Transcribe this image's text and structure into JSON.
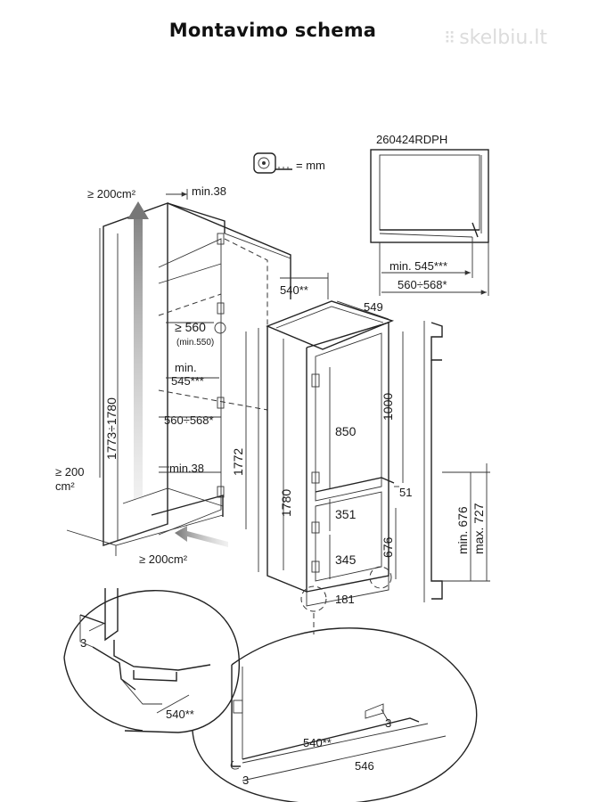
{
  "header": {
    "title": "Montavimo schema",
    "watermark": "skelbiu.lt"
  },
  "legend": {
    "unit_label": "= mm",
    "icon": "tape-measure-icon"
  },
  "model_code": "260424RDPH",
  "labels": {
    "vent_top": "≥ 200cm²",
    "min38_top": "min.38",
    "height_range": "1773÷1780",
    "depth_540": "540**",
    "width_549": "549",
    "ge560": "≥ 560",
    "min550": "(min.550)",
    "min545": "min.",
    "min545_val": "545***",
    "w560_568": "560÷568*",
    "ge200_side": "≥ 200",
    "cm2_side": "cm²",
    "min38_bottom": "min.38",
    "h1772": "1772",
    "vent_bottom": "≥ 200cm²",
    "h1780": "1780",
    "h1000": "1000",
    "h850": "850",
    "h51": "51",
    "h351": "351",
    "h345": "345",
    "h676": "676",
    "h181": "181",
    "min676": "min. 676",
    "max727": "max. 727",
    "top_min545": "min. 545***",
    "top_560_568": "560÷568*",
    "detail_3a": "3",
    "detail_540a": "540**",
    "detail_3b": "3",
    "detail_540b": "540**",
    "detail_546": "546",
    "detail_3c": "3"
  }
}
